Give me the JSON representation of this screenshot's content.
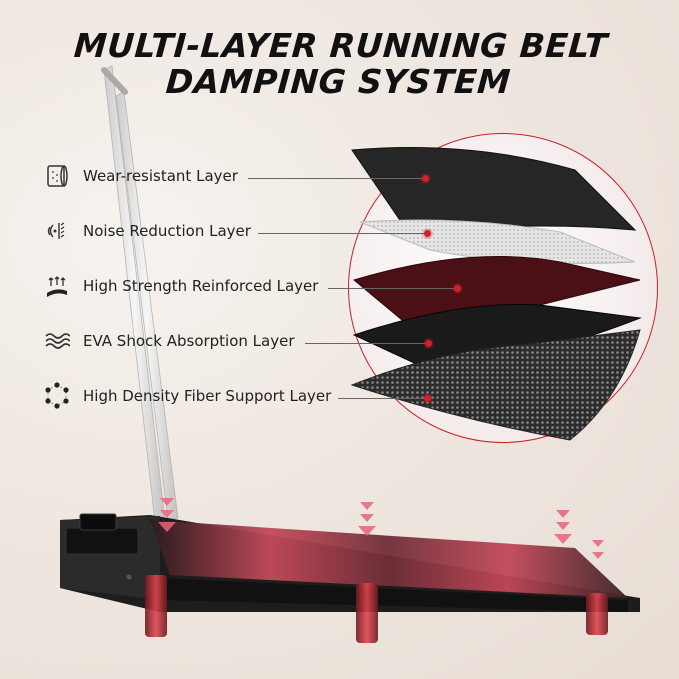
{
  "title": {
    "line1": "MULTI-LAYER  RUNNING BELT",
    "line2": "DAMPING SYSTEM"
  },
  "layers": [
    {
      "label": "Wear-resistant Layer",
      "icon": "fabric-roll-icon"
    },
    {
      "label": "Noise Reduction Layer",
      "icon": "sound-dampening-icon"
    },
    {
      "label": "High Strength Reinforced Layer",
      "icon": "reinforced-layer-icon"
    },
    {
      "label": "EVA Shock Absorption Layer",
      "icon": "wave-icon"
    },
    {
      "label": "High Density Fiber Support Layer",
      "icon": "molecule-icon"
    }
  ],
  "colors": {
    "accent": "#d3202b",
    "text": "#222222",
    "layer_top": "#2a2a2a",
    "layer_noise": "#d9d9d9",
    "layer_reinforced": "#5a1419",
    "layer_eva": "#1c1c1c",
    "layer_fiber": "#3a3a3a"
  }
}
